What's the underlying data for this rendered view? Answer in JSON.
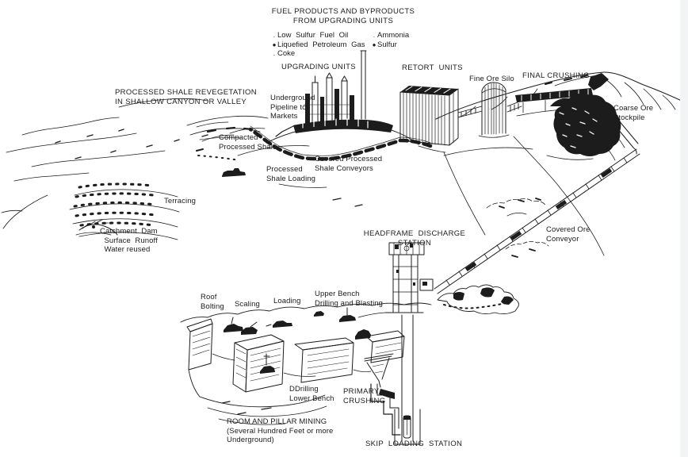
{
  "diagram": {
    "colors": {
      "ink": "#1c1c1c",
      "paper": "#ffffff"
    },
    "labels": {
      "fuel_products_heading": "FUEL PRODUCTS AND BYPRODUCTS\nFROM UPGRADING UNITS",
      "upgrading_units": "UPGRADING UNITS",
      "retort_units": "RETORT  UNITS",
      "fine_ore_silo": "Fine Ore Silo",
      "final_crushing": "FINAL CRUSHING",
      "coarse_ore_stockpile": "Coarse Ore\nStockpile",
      "revegetation": "PROCESSED SHALE REVEGETATION\nIN SHALLOW CANYON OR VALLEY",
      "underground_pipeline": "Underground\nPipeline to\nMarkets",
      "compacted_shale": "Compacted\nProcessed Shale",
      "covered_shale_conveyors": "Covered Processed\nShale Conveyors",
      "processed_shale_loading": "Processed\nShale Loading",
      "terracing": "Terracing",
      "catchment_dam": "Catchment  Dam\n  Surface  Runoff\n  Water reused",
      "headframe_discharge": "HEADFRAME  DISCHARGE\nSTATION",
      "covered_ore_conveyor": "Covered Ore\nConveyor",
      "roof_bolting": "Roof\nBolting",
      "scaling": "Scaling",
      "loading": "Loading",
      "upper_bench": "Upper Bench\nDrilling and Blasting",
      "lower_bench": "DDrilling\nLower Bench",
      "primary_crushing": "PRIMARY\nCRUSHING",
      "room_and_pillar": "ROOM AND PILLAR MINING\n(Several Hundred Feet or more\nUnderground)",
      "skip_loading_station": "SKIP  LOADING  STATION"
    },
    "products": {
      "col1": [
        {
          "bullet": ".",
          "label": "Low Sulfur Fuel Oil"
        },
        {
          "bullet": "●",
          "label": "Liquefied Petroleum Gas"
        },
        {
          "bullet": ".",
          "label": "Coke"
        }
      ],
      "col2": [
        {
          "bullet": ".",
          "label": "Ammonia"
        },
        {
          "bullet": "●",
          "label": "Sulfur"
        }
      ]
    }
  }
}
